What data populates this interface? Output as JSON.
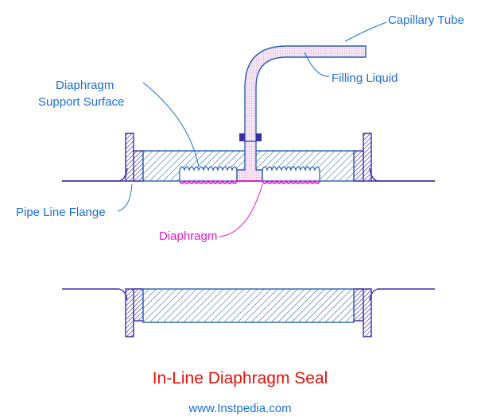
{
  "labels": {
    "capillary_tube": "Capillary Tube",
    "filling_liquid": "Filling Liquid",
    "diaphragm_support_line1": "Diaphragm",
    "diaphragm_support_line2": "Support Surface",
    "pipe_line_flange": "Pipe Line Flange",
    "diaphragm": "Diaphragm"
  },
  "title": "In-Line Diaphragm Seal",
  "website": "www.Instpedia.com",
  "colors": {
    "label_blue": "#1a6fd6",
    "diaphragm_pink": "#e619c8",
    "title_red": "#e3120b",
    "flange_purple": "#3b2fa8",
    "hatch_blue": "#2a5fb0"
  }
}
